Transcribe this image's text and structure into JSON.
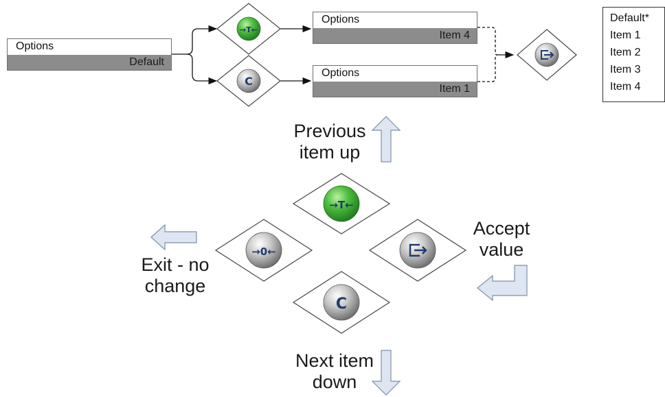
{
  "top_flow": {
    "start_box": {
      "title": "Options",
      "value": "Default"
    },
    "upper_box": {
      "title": "Options",
      "value": "Item 4"
    },
    "lower_box": {
      "title": "Options",
      "value": "Item 1"
    }
  },
  "keys": {
    "tare": {
      "glyph": "→T←",
      "icon": "tare-key-icon",
      "color": "#3fae3a"
    },
    "clear": {
      "glyph": "C",
      "icon": "clear-key-icon"
    },
    "zero": {
      "glyph": "→0←",
      "icon": "zero-key-icon"
    },
    "print": {
      "icon": "print-enter-key-icon"
    }
  },
  "options_list": [
    "Default*",
    "Item 1",
    "Item 2",
    "Item 3",
    "Item 4"
  ],
  "labels": {
    "previous_line1": "Previous",
    "previous_line2": "item up",
    "accept_line1": "Accept",
    "accept_line2": "value",
    "exit_line1": "Exit - no",
    "exit_line2": "change",
    "next_line1": "Next item",
    "next_line2": "down"
  },
  "colors": {
    "box_value_fill": "#8c8c8c",
    "arrow_fill": "#dde6f2",
    "arrow_stroke": "#7f8fa6",
    "key_blue": "#1f3a6e"
  }
}
